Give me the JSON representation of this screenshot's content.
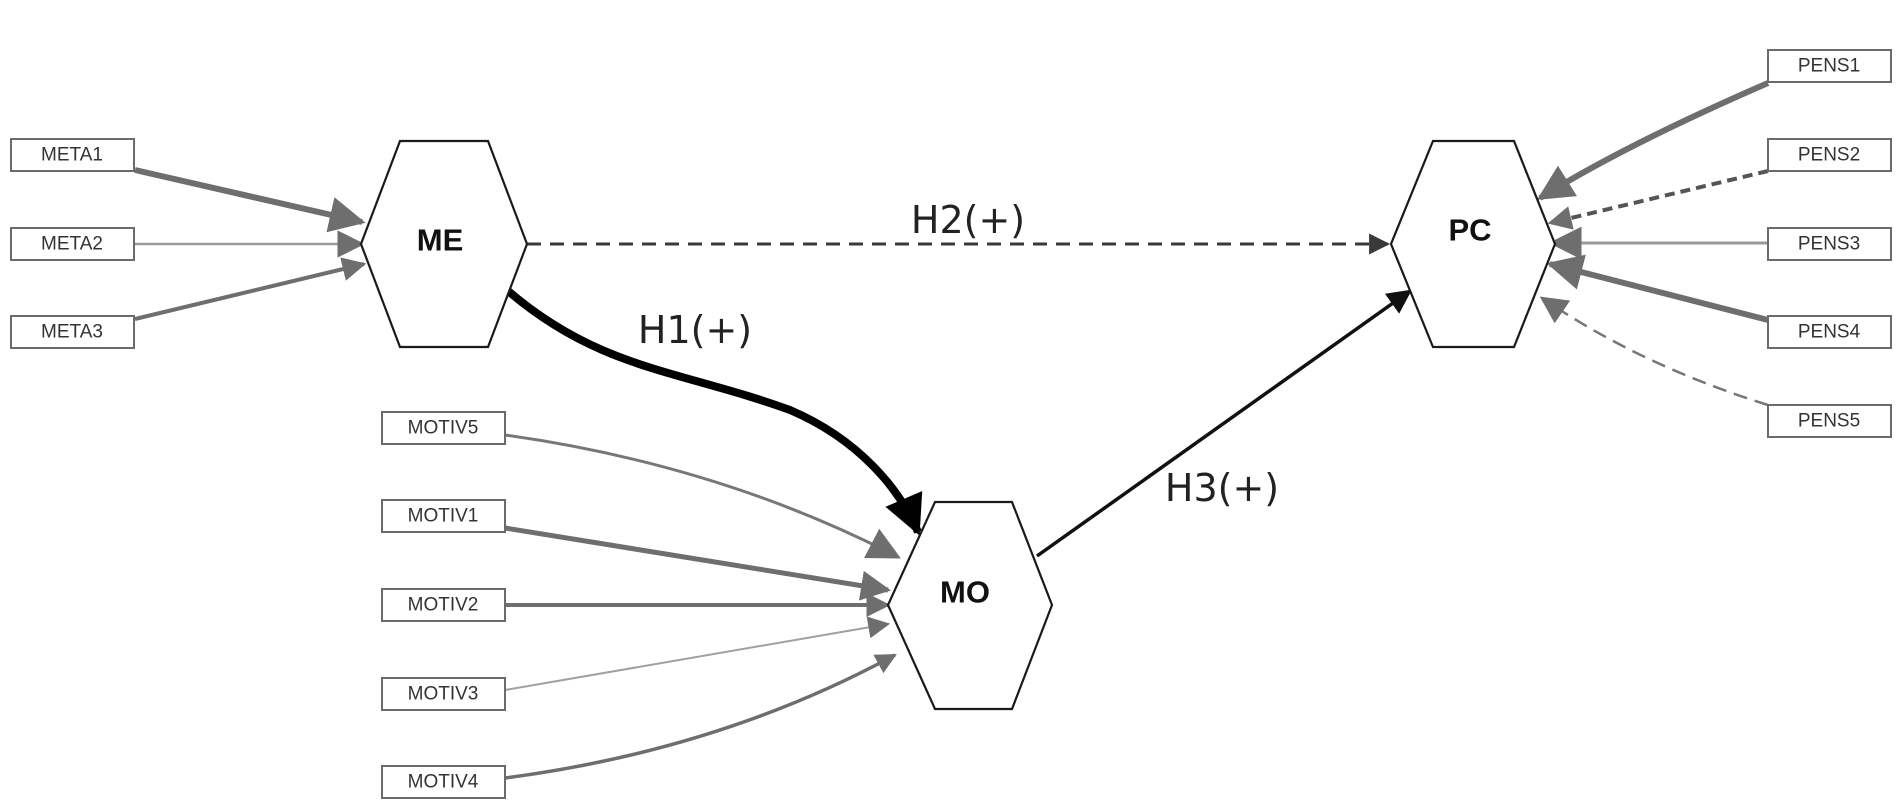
{
  "constructs": [
    {
      "id": "ME",
      "label": "ME"
    },
    {
      "id": "MO",
      "label": "MO"
    },
    {
      "id": "PC",
      "label": "PC"
    }
  ],
  "indicators": [
    {
      "id": "META1",
      "label": "META1",
      "construct": "ME"
    },
    {
      "id": "META2",
      "label": "META2",
      "construct": "ME"
    },
    {
      "id": "META3",
      "label": "META3",
      "construct": "ME"
    },
    {
      "id": "MOTIV5",
      "label": "MOTIV5",
      "construct": "MO"
    },
    {
      "id": "MOTIV1",
      "label": "MOTIV1",
      "construct": "MO"
    },
    {
      "id": "MOTIV2",
      "label": "MOTIV2",
      "construct": "MO"
    },
    {
      "id": "MOTIV3",
      "label": "MOTIV3",
      "construct": "MO"
    },
    {
      "id": "MOTIV4",
      "label": "MOTIV4",
      "construct": "MO"
    },
    {
      "id": "PENS1",
      "label": "PENS1",
      "construct": "PC"
    },
    {
      "id": "PENS2",
      "label": "PENS2",
      "construct": "PC"
    },
    {
      "id": "PENS3",
      "label": "PENS3",
      "construct": "PC"
    },
    {
      "id": "PENS4",
      "label": "PENS4",
      "construct": "PC"
    },
    {
      "id": "PENS5",
      "label": "PENS5",
      "construct": "PC"
    }
  ],
  "hypotheses": [
    {
      "id": "H1",
      "label": "H1(+)",
      "from": "ME",
      "to": "MO",
      "style": "solid-thick"
    },
    {
      "id": "H2",
      "label": "H2(+)",
      "from": "ME",
      "to": "PC",
      "style": "dashed"
    },
    {
      "id": "H3",
      "label": "H3(+)",
      "from": "MO",
      "to": "PC",
      "style": "solid"
    }
  ],
  "colors": {
    "background": "#ffffff",
    "construct_stroke": "#1a1a1a",
    "indicator_stroke": "#6b6b6b",
    "indicator_path": "#6e6e6e",
    "structural_path": "#000000"
  }
}
